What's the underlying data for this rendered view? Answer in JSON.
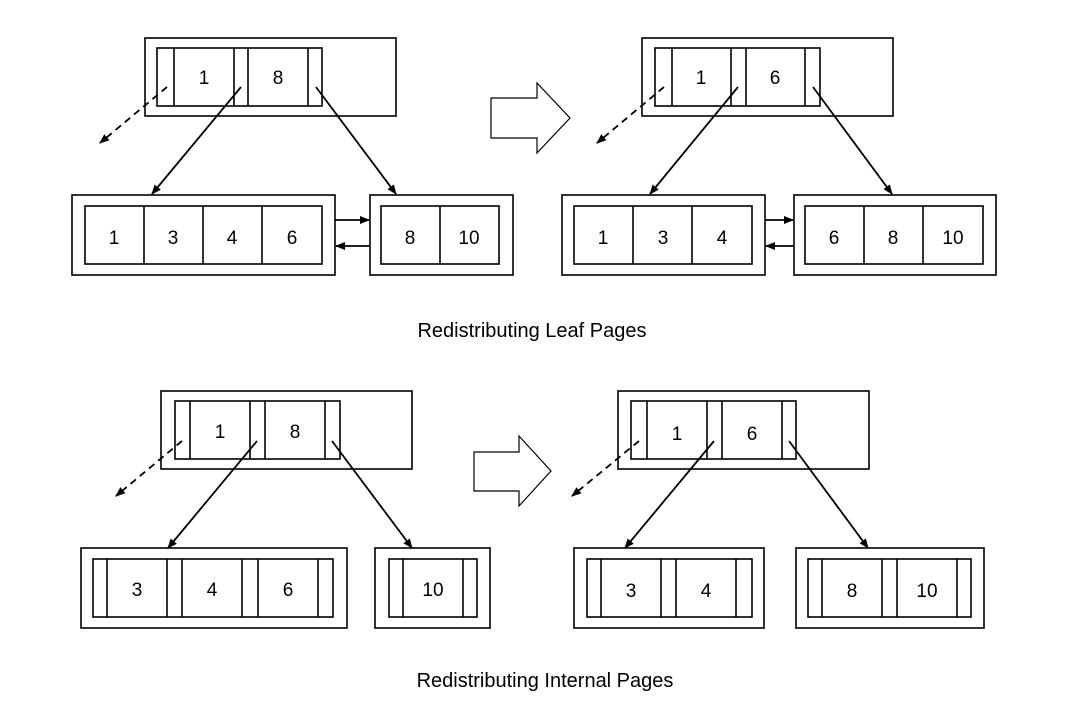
{
  "captions": {
    "leaf": "Redistributing Leaf Pages",
    "internal": "Redistributing Internal Pages"
  },
  "leaf_before": {
    "parent": [
      "1",
      "8"
    ],
    "left": [
      "1",
      "3",
      "4",
      "6"
    ],
    "right": [
      "8",
      "10"
    ]
  },
  "leaf_after": {
    "parent": [
      "1",
      "6"
    ],
    "left": [
      "1",
      "3",
      "4"
    ],
    "right": [
      "6",
      "8",
      "10"
    ]
  },
  "internal_before": {
    "parent": [
      "1",
      "8"
    ],
    "left": [
      "3",
      "4",
      "6"
    ],
    "right": [
      "10"
    ]
  },
  "internal_after": {
    "parent": [
      "1",
      "6"
    ],
    "left": [
      "3",
      "4"
    ],
    "right": [
      "8",
      "10"
    ]
  },
  "icons": {
    "transition": "hollow-right-arrow-icon",
    "sibling_link": "arrow-icon",
    "elided_pointer": "dashed-arrow-icon"
  },
  "colors": {
    "stroke": "#000000",
    "background": "#ffffff"
  }
}
